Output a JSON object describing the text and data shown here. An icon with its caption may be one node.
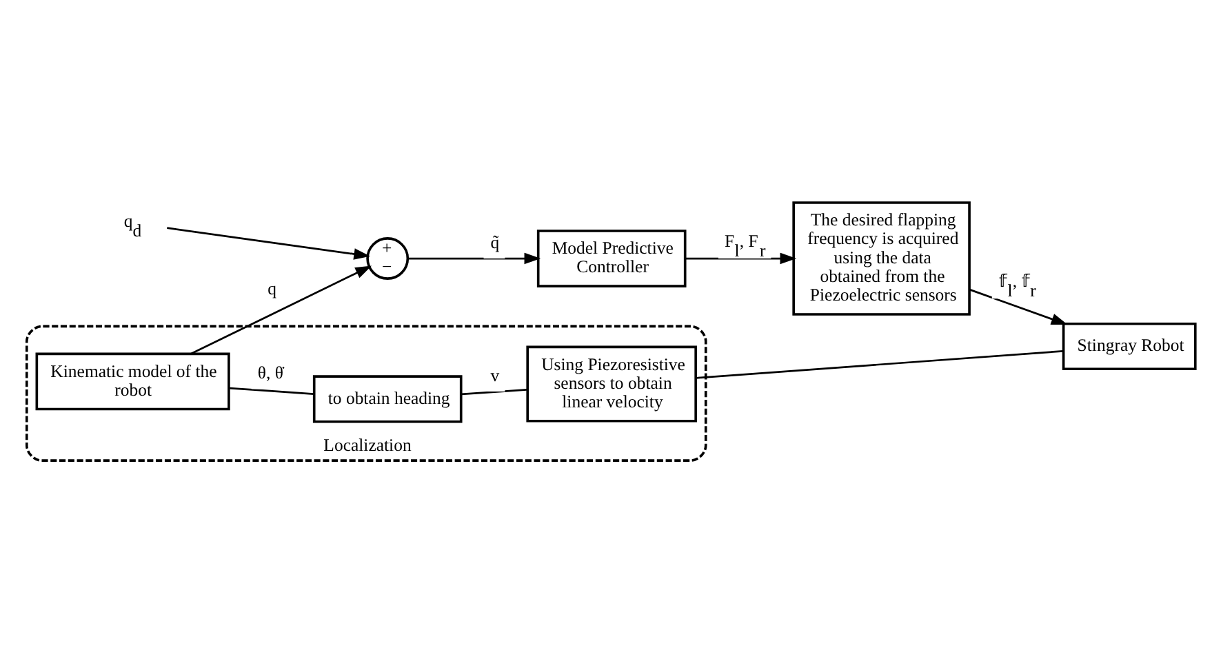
{
  "diagram": {
    "nodes": [
      {
        "text": [
          "q$_{d}$"
        ]
      },
      {
        "text": [
          "+",
          "−"
        ]
      },
      {
        "text": [
          "Model Predictive Controller"
        ]
      },
      {
        "text": [
          "The desired flapping frequency is acquired using the data obtained from the Piezoelectric sensors"
        ]
      },
      {
        "text": [
          "Stingray Robot"
        ]
      },
      {
        "text": [
          "Localization"
        ]
      },
      {
        "text": [
          "Kinematic model of the robot"
        ],
        "in": 5
      },
      {
        "text": [
          "to obtain heading"
        ],
        "in": 5
      },
      {
        "text": [
          "Using Piezoresistive sensors to obtain linear velocity"
        ],
        "in": 5
      }
    ],
    "edges": [
      {
        "from": 0,
        "to": 1,
        "arrow": "to"
      },
      {
        "from": 1,
        "to": 2,
        "label": "q̃",
        "arrow": "to"
      },
      {
        "from": 2,
        "to": 3,
        "label": "F$_{l}$, F$_{r}$",
        "arrow": "to"
      },
      {
        "from": 3,
        "to": 4,
        "label": "𝕗$_{l}$, 𝕗$_{r}$",
        "arrow": "to"
      },
      {
        "from": 4,
        "to": 8,
        "arrow": "none"
      },
      {
        "from": 8,
        "to": 7,
        "label": "v",
        "arrow": "none"
      },
      {
        "from": 7,
        "to": 6,
        "label": "θ, θ̇",
        "arrow": "none"
      },
      {
        "from": 6,
        "to": 1,
        "label": "q",
        "arrow": "to"
      }
    ]
  }
}
